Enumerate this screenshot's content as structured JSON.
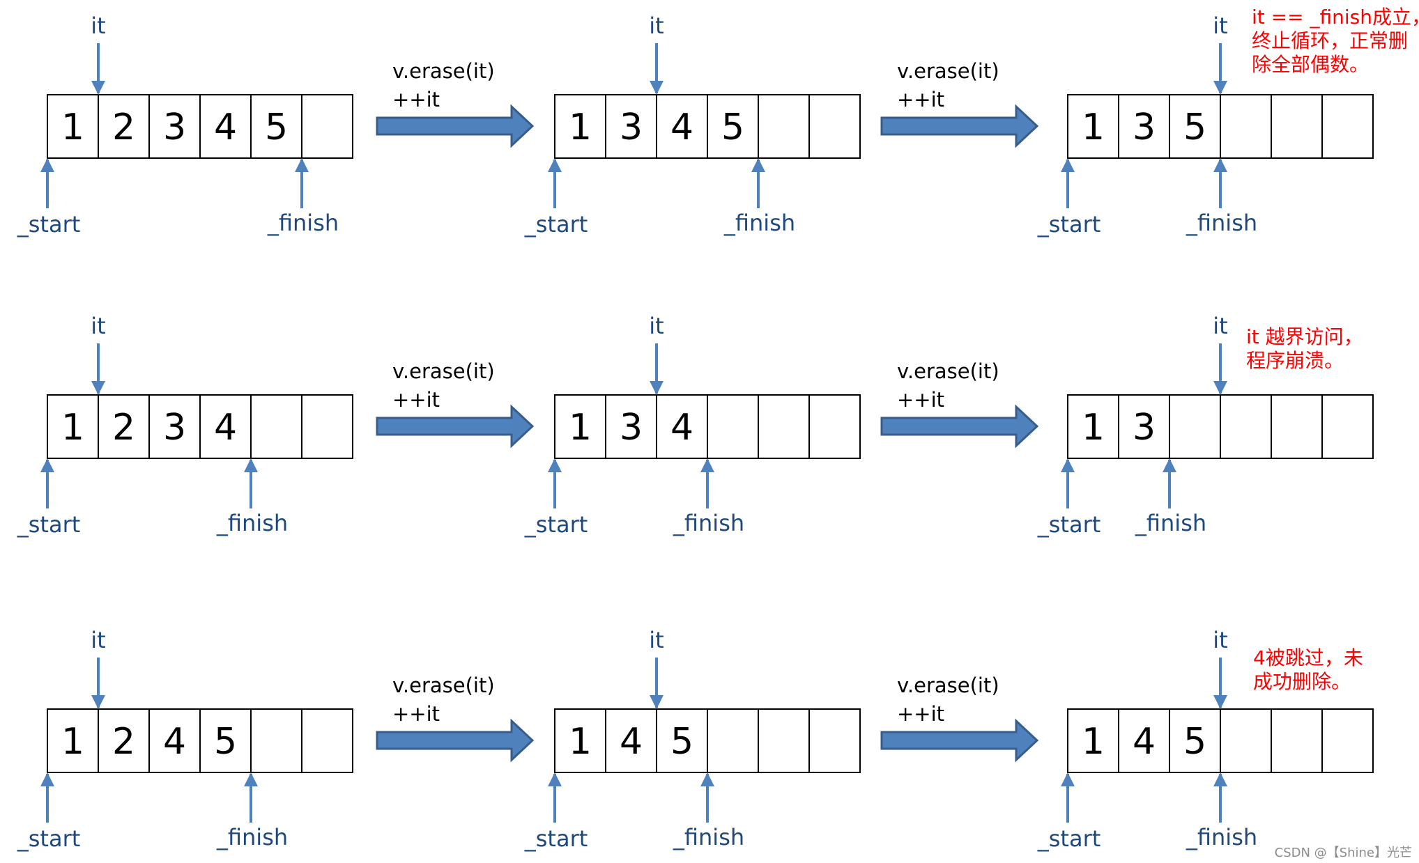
{
  "labels": {
    "it": "it",
    "start": "_start",
    "finish": "_finish"
  },
  "operation": {
    "line1": "v.erase(it)",
    "line2": "++it"
  },
  "colors": {
    "pointer": "#4f81bd",
    "label": "#1f497d",
    "big_arrow_fill": "#4f81bd",
    "big_arrow_stroke": "#385d8a",
    "note": "#ff0000",
    "box_border": "#000000"
  },
  "rows": [
    {
      "states": [
        {
          "cells": [
            "1",
            "2",
            "3",
            "4",
            "5",
            ""
          ],
          "it": 1,
          "start": 0,
          "finish": 5
        },
        {
          "cells": [
            "1",
            "3",
            "4",
            "5",
            "",
            ""
          ],
          "it": 2,
          "start": 0,
          "finish": 4
        },
        {
          "cells": [
            "1",
            "3",
            "5",
            "",
            "",
            ""
          ],
          "it": 3,
          "start": 0,
          "finish": 3
        }
      ],
      "note": [
        "it == _finish成立，",
        "终止循环，正常删",
        "除全部偶数。"
      ]
    },
    {
      "states": [
        {
          "cells": [
            "1",
            "2",
            "3",
            "4",
            "",
            ""
          ],
          "it": 1,
          "start": 0,
          "finish": 4
        },
        {
          "cells": [
            "1",
            "3",
            "4",
            "",
            "",
            ""
          ],
          "it": 2,
          "start": 0,
          "finish": 3
        },
        {
          "cells": [
            "1",
            "3",
            "",
            "",
            "",
            ""
          ],
          "it": 3,
          "start": 0,
          "finish": 2
        }
      ],
      "note": [
        "it 越界访问，",
        "程序崩溃。"
      ]
    },
    {
      "states": [
        {
          "cells": [
            "1",
            "2",
            "4",
            "5",
            "",
            ""
          ],
          "it": 1,
          "start": 0,
          "finish": 4
        },
        {
          "cells": [
            "1",
            "4",
            "5",
            "",
            "",
            ""
          ],
          "it": 2,
          "start": 0,
          "finish": 3
        },
        {
          "cells": [
            "1",
            "4",
            "5",
            "",
            "",
            ""
          ],
          "it": 3,
          "start": 0,
          "finish": 3
        }
      ],
      "note": [
        "4被跳过，未",
        "成功删除。"
      ]
    }
  ],
  "watermark": "CSDN @【Shine】光芒"
}
